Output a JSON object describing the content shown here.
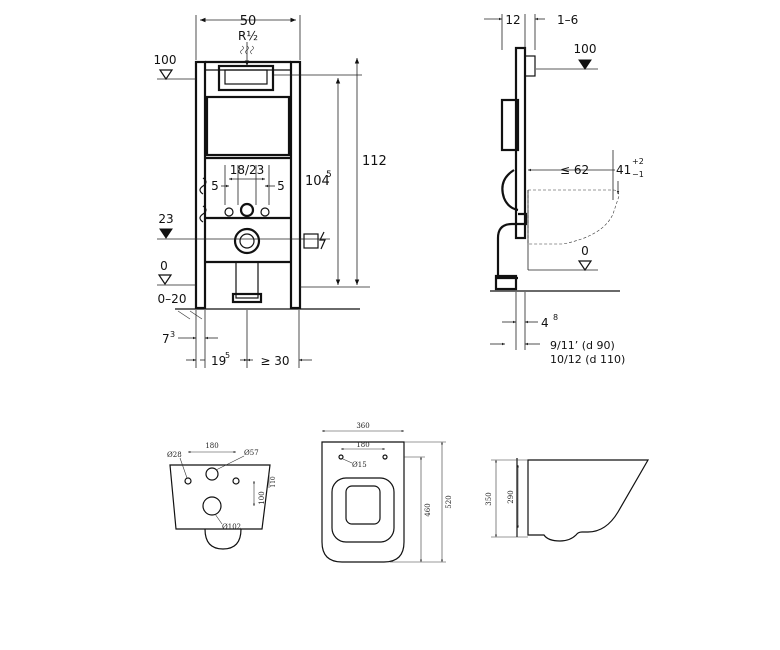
{
  "front_view": {
    "width_dim": "50",
    "thread_label": "R½",
    "level_100": "100",
    "level_23": "23",
    "level_0": "0",
    "range_0_20": "0–20",
    "dim_18_23": "18/23",
    "dim_5_left": "5",
    "dim_5_right": "5",
    "height_112": "112",
    "height_104_main": "104",
    "height_104_sup": "5",
    "dim_7_main": "7",
    "dim_7_sup": "3",
    "dim_19_main": "19",
    "dim_19_sup": "5",
    "dim_ge30": "≥ 30"
  },
  "side_view": {
    "dim_12": "12",
    "dim_1_6": "1–6",
    "level_100": "100",
    "dim_le62": "≤ 62",
    "dim_41_main": "41",
    "dim_41_plus": "+2",
    "dim_41_minus": "−1",
    "level_0": "0",
    "dim_4_main": "4",
    "dim_4_sup": "8",
    "outlet_d90": "9/11’ (d 90)",
    "outlet_d110": "10/12 (d 110)"
  },
  "bowl_rear_view": {
    "bolt_spacing": "180",
    "hole_d28": "Ø28",
    "hole_d57": "Ø57",
    "hole_d102": "Ø102",
    "dim_100": "100",
    "dim_110": "110"
  },
  "bowl_top_view": {
    "width": "360",
    "bolt_spacing": "180",
    "hole_d15": "Ø15",
    "length_inner": "460",
    "length_outer": "520"
  },
  "bowl_side_view": {
    "height_outer": "350",
    "height_inner": "290"
  }
}
